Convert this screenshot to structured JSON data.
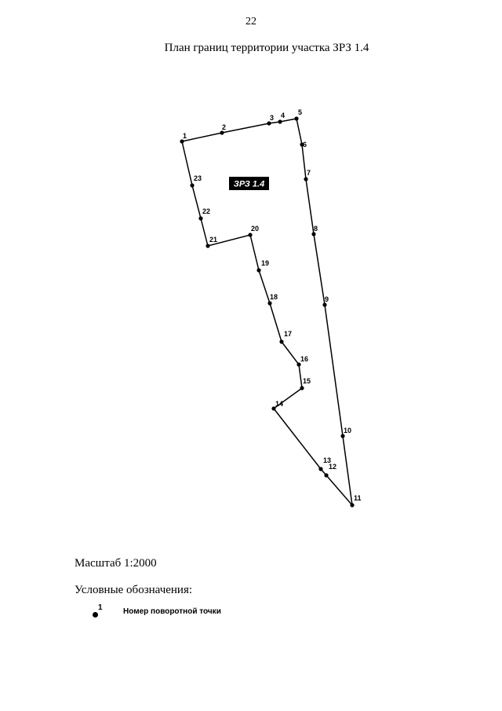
{
  "page_number": "22",
  "title": "План границ территории участка ЗРЗ 1.4",
  "zone_label": "ЗРЗ 1.4",
  "points": [
    "1",
    "2",
    "3",
    "4",
    "5",
    "6",
    "7",
    "8",
    "9",
    "10",
    "11",
    "12",
    "13",
    "14",
    "15",
    "16",
    "17",
    "18",
    "19",
    "20",
    "21",
    "22",
    "23"
  ],
  "scale": "Масштаб 1:2000",
  "legend": {
    "title": "Условные обозначения:",
    "symbol_number": "1",
    "item_text": "Номер поворотной точки"
  }
}
